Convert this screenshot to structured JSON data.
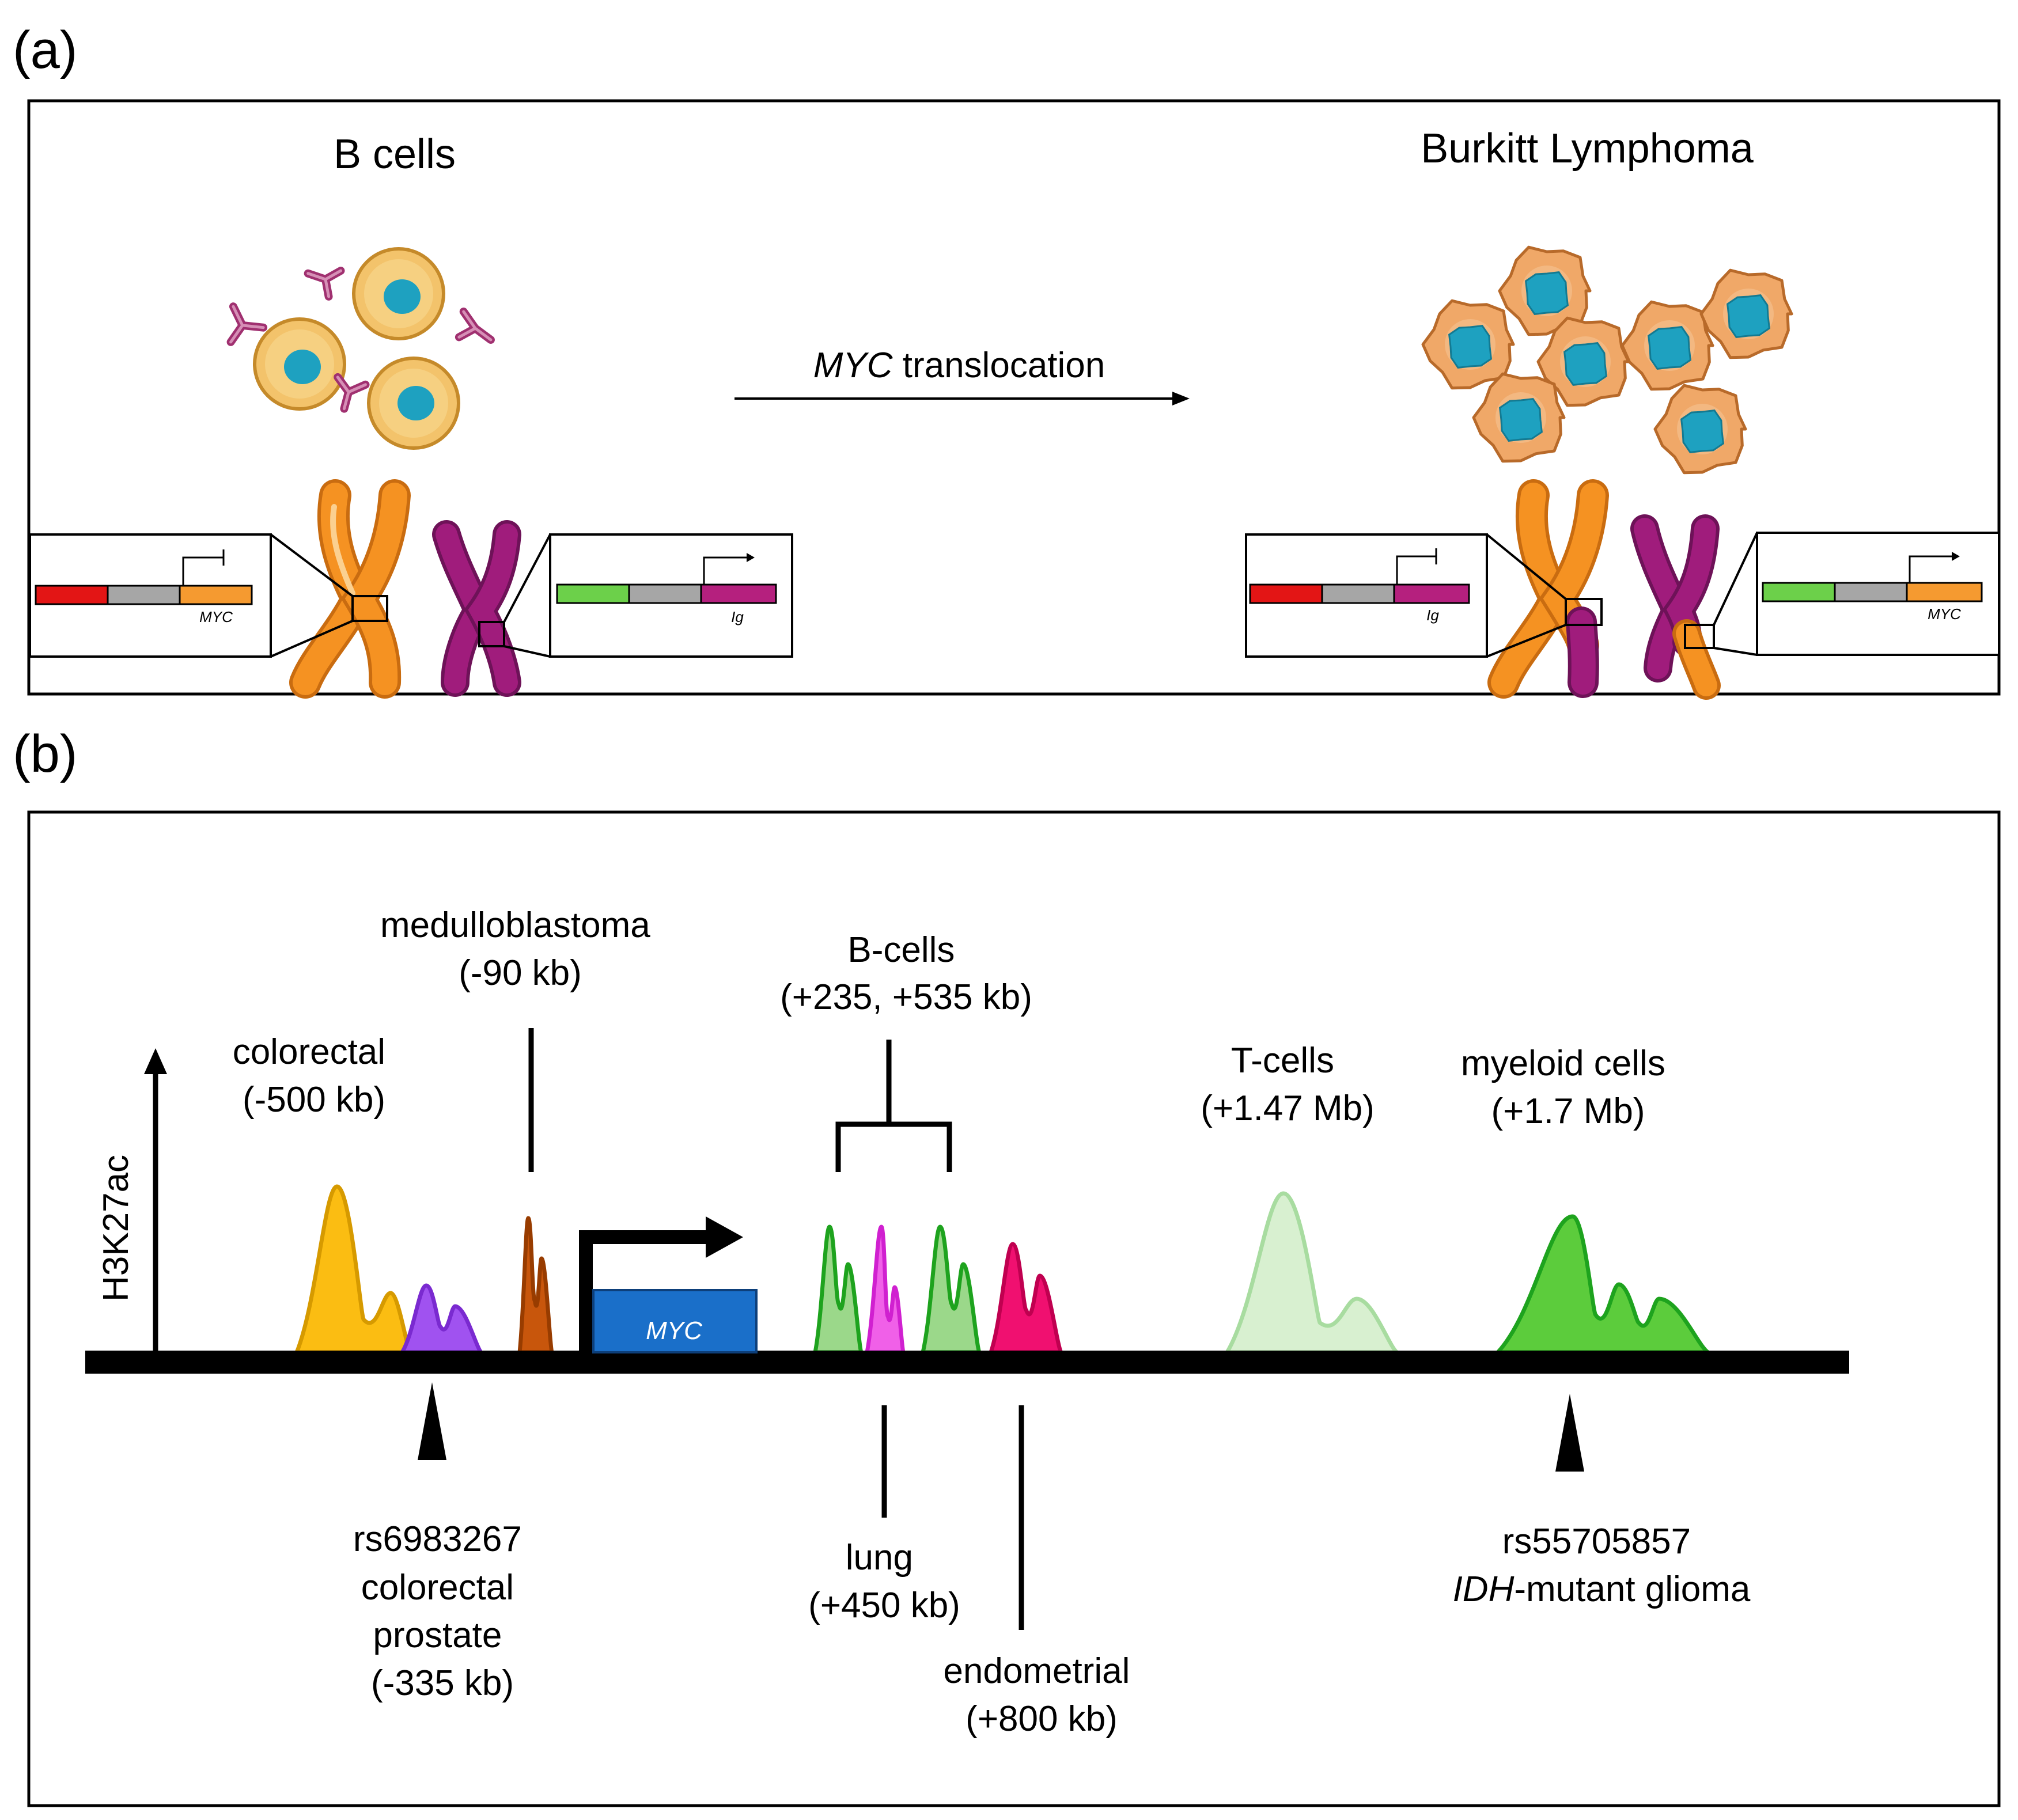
{
  "panel_a": {
    "label": "(a)",
    "left_title": "B cells",
    "right_title": "Burkitt Lymphoma",
    "arrow_gene": "MYC",
    "arrow_text": " translocation",
    "gene_myc": "MYC",
    "gene_ig": "Ig",
    "colors": {
      "cell_fill": "#f3c36b",
      "nucleus": "#1ea1c0",
      "tumor_fill": "#f0a868",
      "chrom_orange": "#f59222",
      "chrom_purple": "#a01c7c",
      "seg_red": "#e31515",
      "seg_gray": "#a6a6a6",
      "seg_orange": "#f59a30",
      "seg_green": "#6cd04a",
      "seg_magenta": "#b5207e"
    }
  },
  "panel_b": {
    "label": "(b)",
    "axis_label": "H3K27ac",
    "gene": "MYC",
    "above": [
      {
        "id": "colorectal",
        "lines": [
          "colorectal",
          "(-500 kb)"
        ]
      },
      {
        "id": "medulloblastoma",
        "lines": [
          "medulloblastoma",
          "(-90 kb)"
        ]
      },
      {
        "id": "bcells",
        "lines": [
          "B-cells",
          "(+235, +535 kb)"
        ]
      },
      {
        "id": "tcells",
        "lines": [
          "T-cells",
          "(+1.47 Mb)"
        ]
      },
      {
        "id": "myeloid",
        "lines": [
          "myeloid cells",
          "(+1.7 Mb)"
        ]
      }
    ],
    "below": [
      {
        "id": "rs6983267",
        "lines": [
          "rs6983267",
          "colorectal",
          "prostate",
          "(-335 kb)"
        ]
      },
      {
        "id": "lung",
        "lines": [
          "lung",
          "(+450 kb)"
        ]
      },
      {
        "id": "endometrial",
        "lines": [
          "endometrial",
          "(+800 kb)"
        ]
      },
      {
        "id": "rs55705857",
        "lines": [
          "rs55705857"
        ],
        "italic_prefix": "IDH",
        "rest": "-mutant glioma"
      }
    ],
    "colors": {
      "colorectal": "#fbbd12",
      "prostate": "#a052f0",
      "medullo": "#c8560c",
      "gene_box": "#1a6fc9",
      "bcell_green": "#9bd88a",
      "lung": "#f060e8",
      "endometrial": "#f01070",
      "tcell": "#d8f0d0",
      "myeloid": "#5ccc3c"
    }
  }
}
